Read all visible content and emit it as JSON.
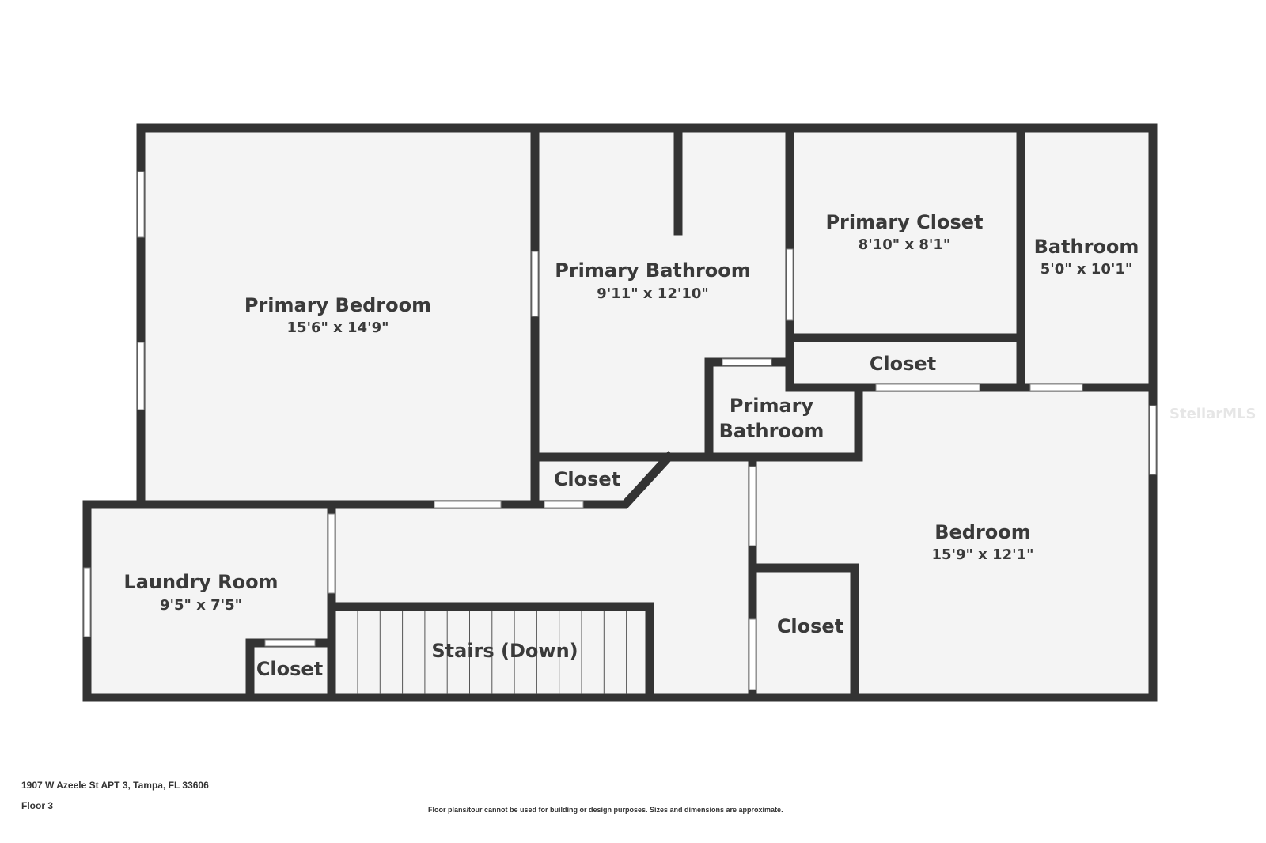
{
  "rooms": [
    {
      "name": "Primary Bedroom",
      "dims": "15'6\" x 14'9\""
    },
    {
      "name": "Primary Bathroom",
      "dims": "9'11\" x 12'10\""
    },
    {
      "name": "Primary Closet",
      "dims": "8'10\" x 8'1\""
    },
    {
      "name": "Bathroom",
      "dims": "5'0\" x 10'1\""
    },
    {
      "name": "Closet"
    },
    {
      "name_line1": "Primary",
      "name_line2": "Bathroom"
    },
    {
      "name": "Closet"
    },
    {
      "name": "Bedroom",
      "dims": "15'9\" x 12'1\""
    },
    {
      "name": "Laundry Room",
      "dims": "9'5\" x 7'5\""
    },
    {
      "name": "Closet"
    },
    {
      "name": "Stairs (Down)"
    },
    {
      "name": "Closet"
    }
  ],
  "footer": {
    "address": "1907 W Azeele St APT 3, Tampa, FL 33606",
    "floor": "Floor 3",
    "disclaimer": "Floor plans/tour cannot be used for building or design purposes. Sizes and dimensions are approximate."
  },
  "watermark": "StellarMLS",
  "colors": {
    "wall": "#333333",
    "floor": "#f4f4f4"
  }
}
